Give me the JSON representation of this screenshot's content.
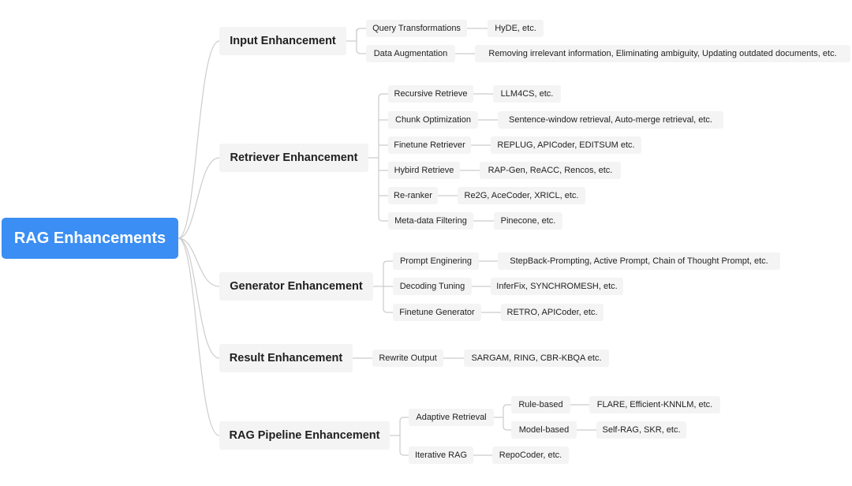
{
  "diagram": {
    "root": {
      "label": "RAG Enhancements"
    },
    "categories": [
      {
        "label": "Input Enhancement",
        "items": [
          {
            "label": "Query Transformations",
            "examples": "HyDE,  etc."
          },
          {
            "label": "Data Augmentation",
            "examples": "Removing irrelevant information, Eliminating ambiguity, Updating outdated documents,  etc."
          }
        ]
      },
      {
        "label": "Retriever Enhancement",
        "items": [
          {
            "label": "Recursive Retrieve",
            "examples": "LLM4CS,  etc."
          },
          {
            "label": "Chunk Optimization",
            "examples": "Sentence-window retrieval, Auto-merge retrieval,  etc."
          },
          {
            "label": "Finetune Retriever",
            "examples": "REPLUG, APICoder, EDITSUM etc."
          },
          {
            "label": "Hybird Retrieve",
            "examples": "RAP-Gen, ReACC,  Rencos, etc."
          },
          {
            "label": "Re-ranker",
            "examples": "Re2G, AceCoder, XRICL, etc."
          },
          {
            "label": "Meta-data Filtering",
            "examples": "Pinecone, etc."
          }
        ]
      },
      {
        "label": "Generator Enhancement",
        "items": [
          {
            "label": "Prompt Enginering",
            "examples": "StepBack-Prompting, Active Prompt, Chain of Thought Prompt, etc."
          },
          {
            "label": "Decoding Tuning",
            "examples": "InferFix, SYNCHROMESH, etc."
          },
          {
            "label": "Finetune Generator",
            "examples": "RETRO, APICoder, etc."
          }
        ]
      },
      {
        "label": "Result Enhancement",
        "items": [
          {
            "label": "Rewrite Output",
            "examples": "SARGAM, RING, CBR-KBQA etc."
          }
        ]
      },
      {
        "label": "RAG Pipeline Enhancement",
        "items": [
          {
            "label": "Adaptive Retrieval",
            "children": [
              {
                "label": "Rule-based",
                "examples": "FLARE, Efficient-KNNLM, etc."
              },
              {
                "label": "Model-based",
                "examples": "Self-RAG, SKR, etc."
              }
            ]
          },
          {
            "label": "Iterative RAG",
            "examples": "RepoCoder, etc."
          }
        ]
      }
    ]
  },
  "colors": {
    "root_fill": "#3b8ef3",
    "root_text": "#ffffff",
    "node_fill": "#f4f4f4",
    "node_text": "#222222",
    "connector": "#cccccc"
  }
}
